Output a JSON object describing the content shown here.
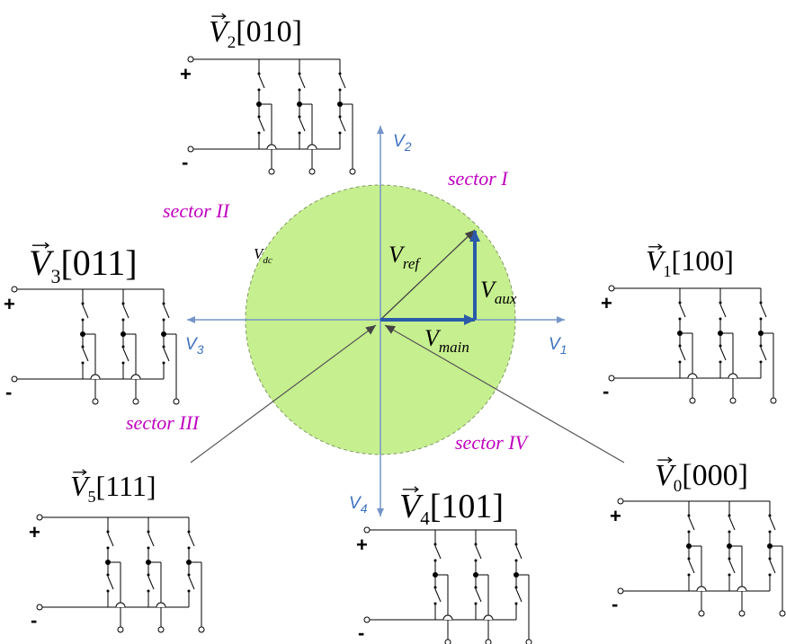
{
  "colors": {
    "circle_fill": "#c6ef8f",
    "circle_stroke": "#7f9a62",
    "axis": "#7395c9",
    "axis_label": "#3d72c0",
    "sector_label": "#c000c0",
    "main_vector": "#2a5aa8",
    "line": "#000000",
    "connector": "#555555"
  },
  "axes": {
    "v1": {
      "base": "V",
      "sub": "1"
    },
    "v2": {
      "base": "V",
      "sub": "2"
    },
    "v3": {
      "base": "V",
      "sub": "3"
    },
    "v4": {
      "base": "V",
      "sub": "4"
    }
  },
  "sectors": {
    "s1": "sector I",
    "s2": "sector II",
    "s3": "sector III",
    "s4": "sector IV"
  },
  "vectors": {
    "vdc": {
      "base": "V",
      "sub": "dc"
    },
    "vref": {
      "base": "V",
      "sub": "ref"
    },
    "vaux": {
      "base": "V",
      "sub": "aux"
    },
    "vmain": {
      "base": "V",
      "sub": "main"
    }
  },
  "states": {
    "s2": {
      "base": "V",
      "sub": "2",
      "code": "[010]",
      "plus": "+",
      "minus": "-"
    },
    "s3": {
      "base": "V",
      "sub": "3",
      "code": "[011]",
      "plus": "+",
      "minus": "-"
    },
    "s1": {
      "base": "V",
      "sub": "1",
      "code": "[100]",
      "plus": "+",
      "minus": "-"
    },
    "s5": {
      "base": "V",
      "sub": "5",
      "code": "[111]",
      "plus": "+",
      "minus": "-"
    },
    "s4": {
      "base": "V",
      "sub": "4",
      "code": "[101]",
      "plus": "+",
      "minus": "-"
    },
    "s0": {
      "base": "V",
      "sub": "0",
      "code": "[000]",
      "plus": "+",
      "minus": "-"
    }
  }
}
